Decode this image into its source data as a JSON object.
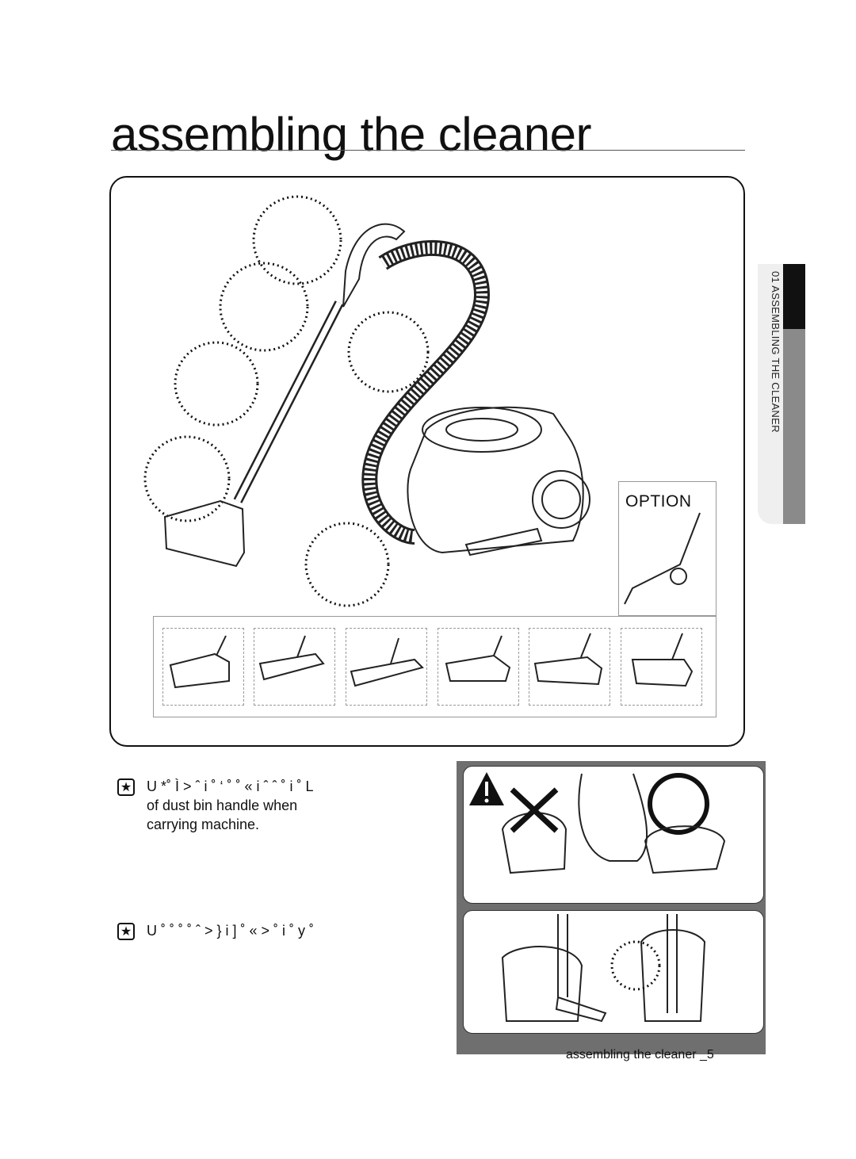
{
  "page": {
    "title": "assembling the cleaner",
    "side_label": "01  ASSEMBLING THE CLEANER",
    "option_label": "OPTION",
    "footer": "assembling the cleaner _5"
  },
  "notes": [
    {
      "icon": "star-icon",
      "text": "U *˚ Ì > ˆ i ˚ ‘   ˚       ˚ «   i ˆ ˆ ˚     i ˚ L\nof dust bin handle when\ncarrying machine."
    },
    {
      "icon": "star-icon",
      "text": "U ˚ ˚ ˚ ˚ ˆ         > } i ] ˚ « >       ˚       i ˚ y       ˚"
    }
  ],
  "colors": {
    "line": "#111111",
    "grey_tab": "#8a8a8a",
    "panel_bg": "#6f6f6f"
  }
}
